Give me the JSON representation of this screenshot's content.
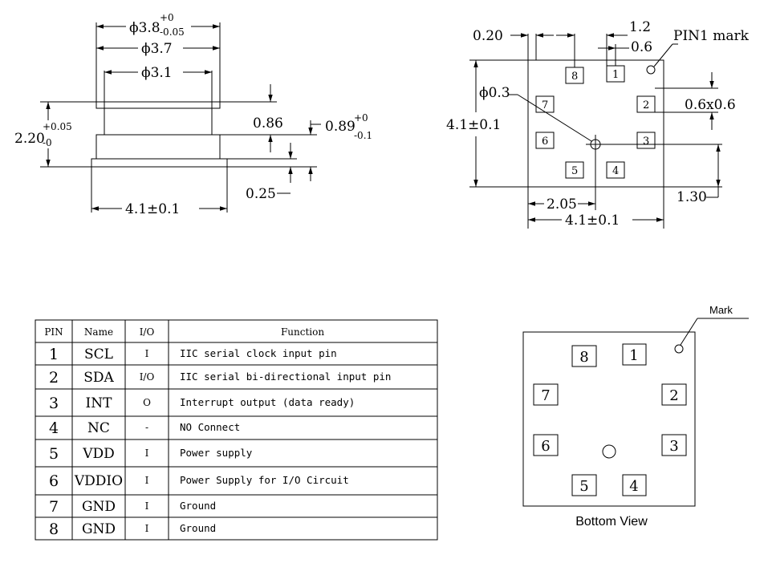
{
  "side_view": {
    "phi_outer": "ϕ3.8",
    "phi_outer_tol_top": "+0",
    "phi_outer_tol_bottom": "-0.05",
    "phi_mid": "ϕ3.7",
    "phi_inner": "ϕ3.1",
    "height": "2.20",
    "height_tol_top": "+0.05",
    "height_tol_bottom": "-0",
    "dim_086": "0.86",
    "dim_089": "0.89",
    "dim_089_tol_top": "+0",
    "dim_089_tol_bottom": "-0.1",
    "dim_025": "0.25",
    "width": "4.1±0.1"
  },
  "top_view": {
    "dim_020": "0.20",
    "dim_12": "1.2",
    "dim_06": "0.6",
    "pin1_mark": "PIN1 mark",
    "hole": "ϕ0.3",
    "pad_size": "0.6x0.6",
    "height": "4.1±0.1",
    "dim_205": "2.05",
    "dim_130": "1.30",
    "width": "4.1±0.1",
    "pins": [
      "8",
      "1",
      "7",
      "2",
      "6",
      "3",
      "5",
      "4"
    ]
  },
  "pin_table": {
    "headers": [
      "PIN",
      "Name",
      "I/O",
      "Function"
    ],
    "rows": [
      {
        "pin": "1",
        "name": "SCL",
        "io": "I",
        "function": "IIC serial clock input pin"
      },
      {
        "pin": "2",
        "name": "SDA",
        "io": "I/O",
        "function": "IIC serial bi-directional input pin"
      },
      {
        "pin": "3",
        "name": "INT",
        "io": "O",
        "function": "Interrupt output (data ready)"
      },
      {
        "pin": "4",
        "name": "NC",
        "io": "-",
        "function": "NO Connect"
      },
      {
        "pin": "5",
        "name": "VDD",
        "io": "I",
        "function": "Power supply"
      },
      {
        "pin": "6",
        "name": "VDDIO",
        "io": "I",
        "function": "Power Supply for I/O Circuit"
      },
      {
        "pin": "7",
        "name": "GND",
        "io": "I",
        "function": "Ground"
      },
      {
        "pin": "8",
        "name": "GND",
        "io": "I",
        "function": "Ground"
      }
    ]
  },
  "bottom_view": {
    "mark": "Mark",
    "caption": "Bottom View",
    "pins": [
      "8",
      "1",
      "7",
      "2",
      "6",
      "3",
      "5",
      "4"
    ]
  }
}
